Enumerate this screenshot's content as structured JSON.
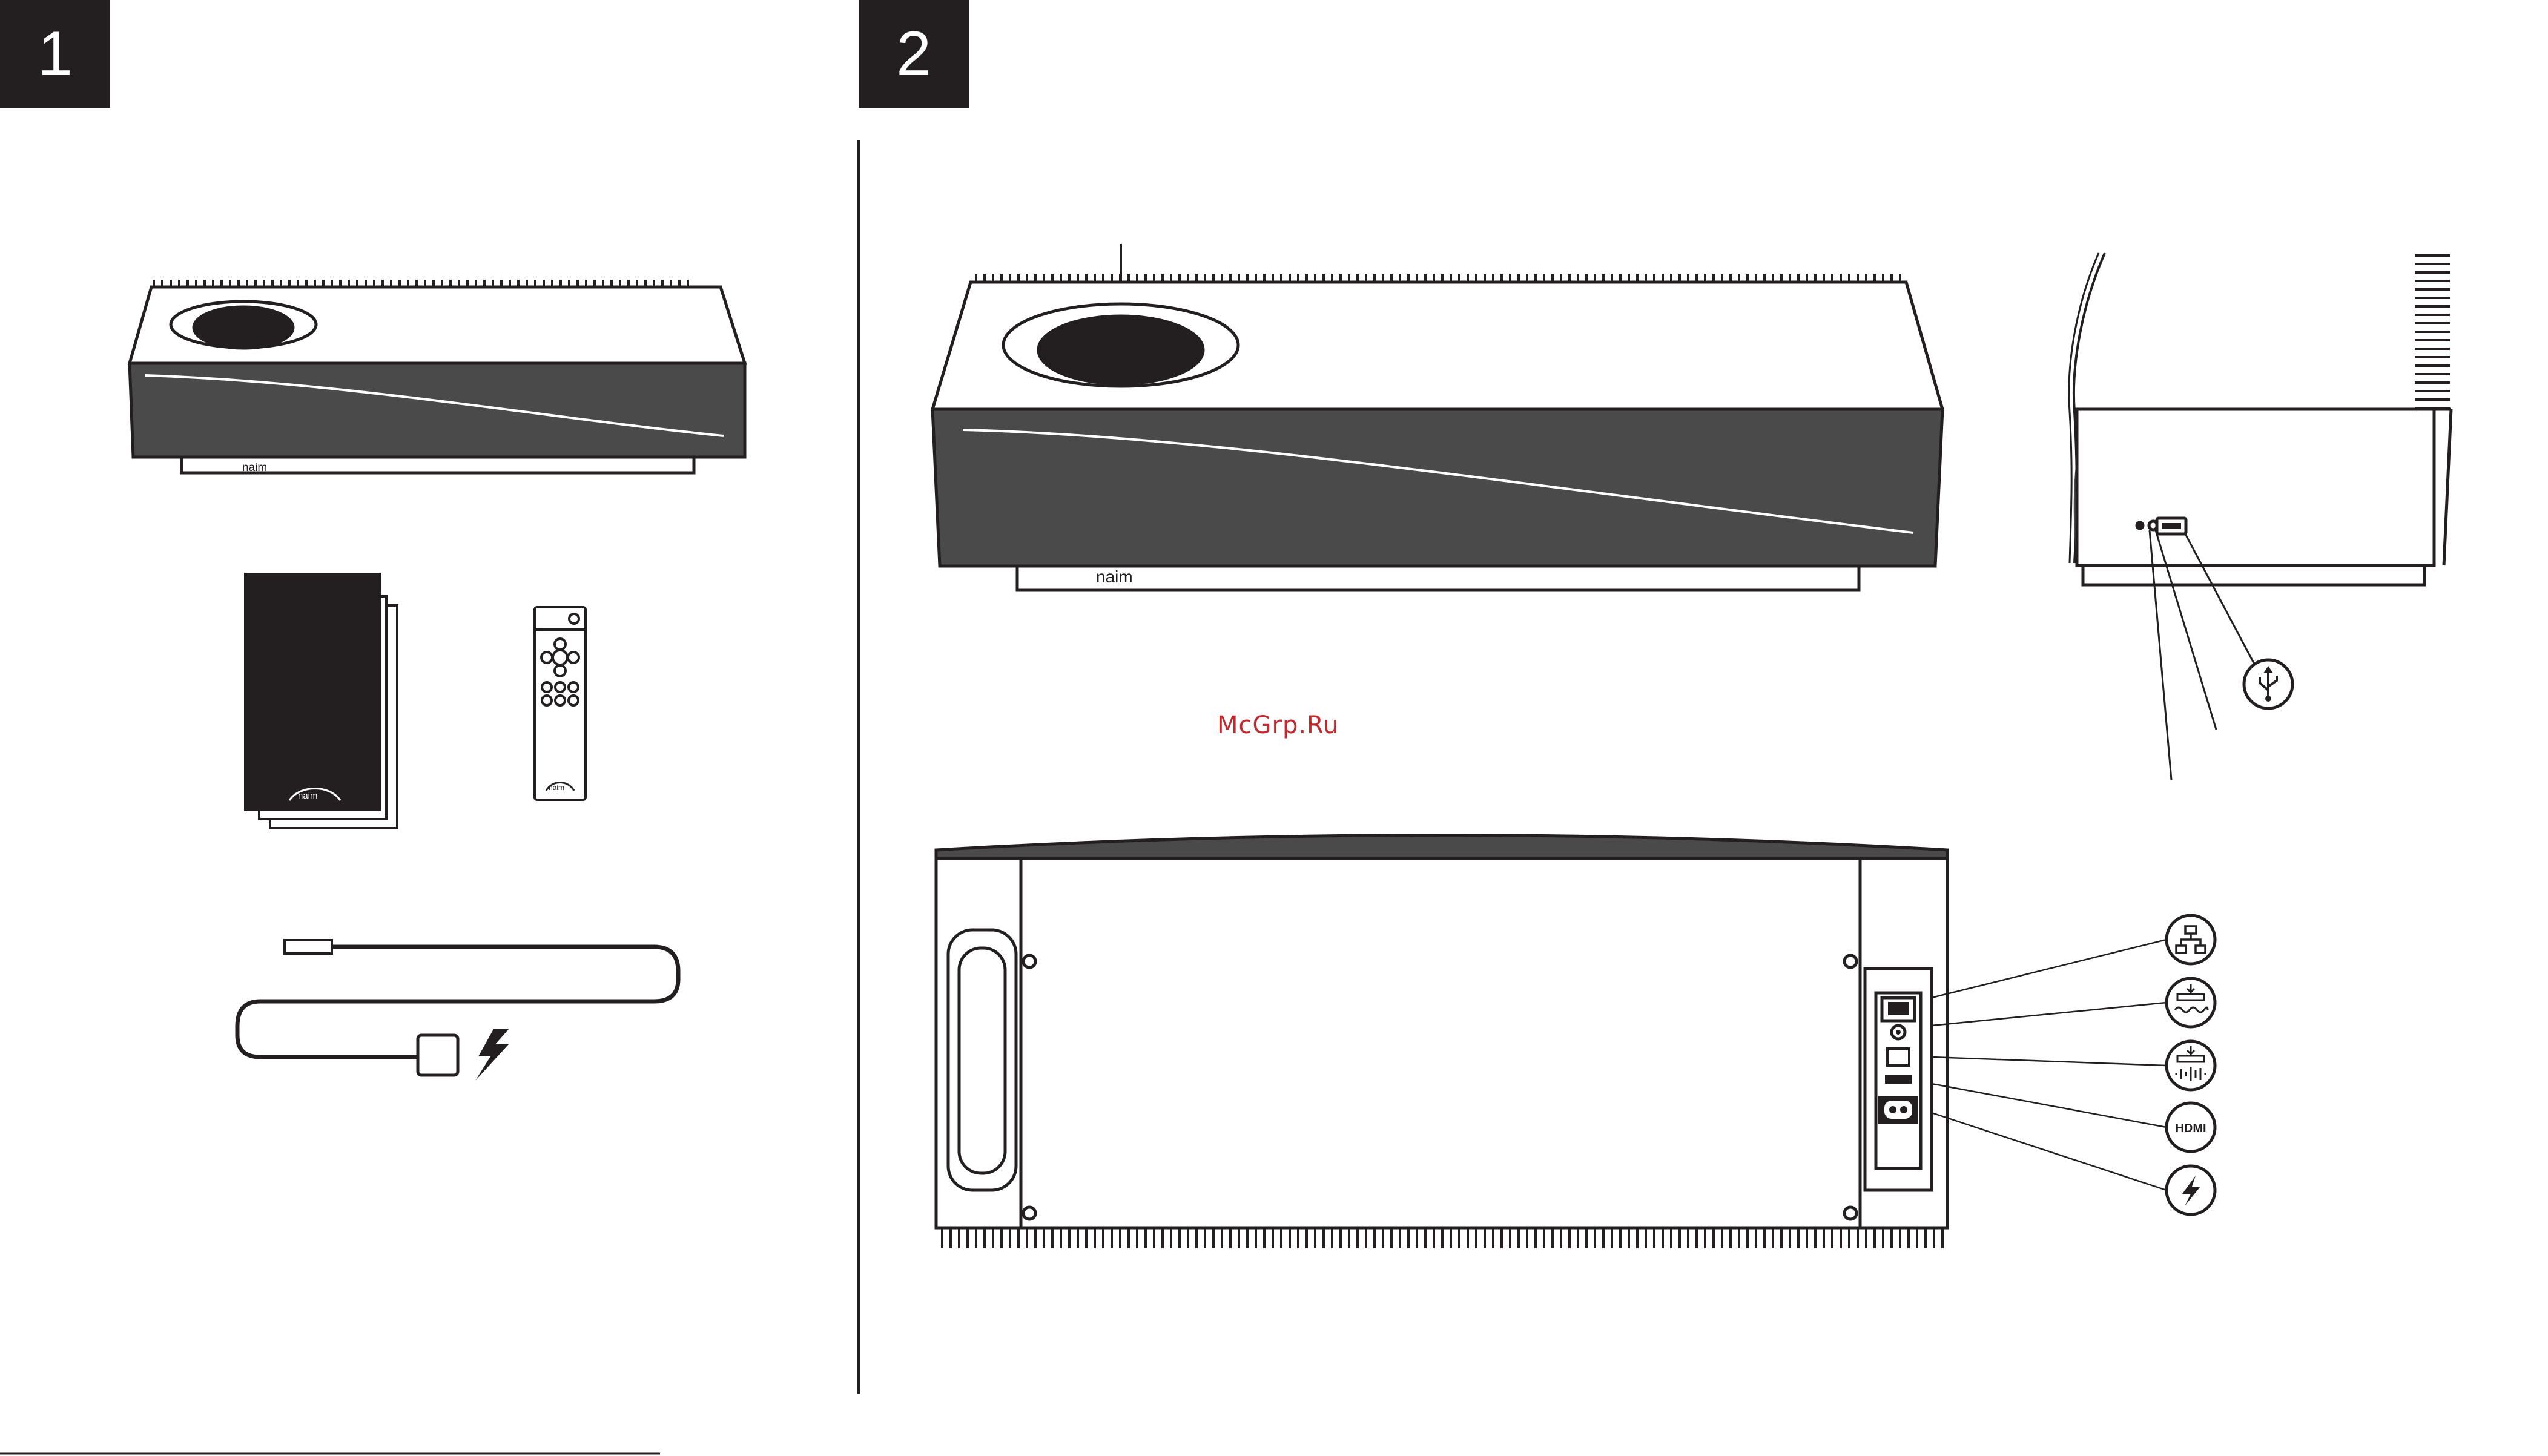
{
  "steps": [
    {
      "number": "1"
    },
    {
      "number": "2"
    }
  ],
  "brand": {
    "logo_text": "naim",
    "hdmi_label": "HDMI"
  },
  "watermark": "McGrp.Ru",
  "colors": {
    "ink": "#231f20",
    "grille": "#4a4a4a",
    "watermark": "#c0282d"
  },
  "icons": [
    "usb-icon",
    "network-icon",
    "optical-input-icon",
    "analogue-input-icon",
    "hdmi-icon",
    "power-icon",
    "lightning-icon"
  ]
}
